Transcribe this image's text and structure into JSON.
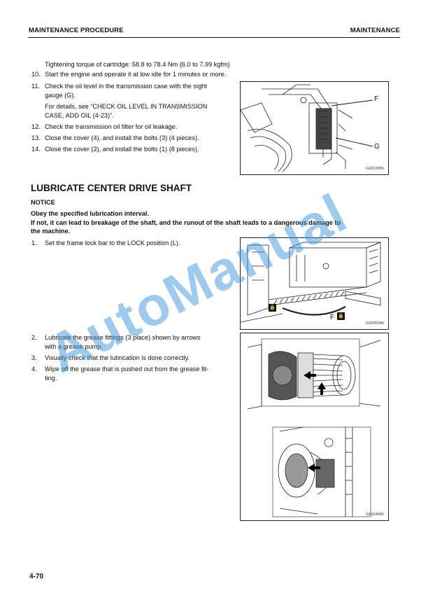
{
  "header": {
    "left": "MAINTENANCE PROCEDURE",
    "right": "MAINTENANCE"
  },
  "steps_top": [
    {
      "num": "",
      "text": "Tightening torque of cartridge: 58.8 to 78.4 Nm {6.0 to 7.99 kgfm}"
    },
    {
      "num": "10.",
      "text": "Start the engine and operate it at low idle for 1 minutes or more."
    },
    {
      "num": "11.",
      "line1": "Check the oil level in the transmission case with the sight",
      "line2": "gauge (G)."
    },
    {
      "num": "",
      "line1": "For details, see “CHECK OIL LEVEL IN TRANSMISSION",
      "line2": "CASE, ADD OIL (4-23)”."
    },
    {
      "num": "12.",
      "text": "Check the transmission oil filter for oil leakage."
    },
    {
      "num": "13.",
      "text": "Close the cover (4), and install the bolts (3) (4 pieces)."
    },
    {
      "num": "14.",
      "text": "Close the cover (2), and install the bolts (1) (8 pieces)."
    }
  ],
  "section": {
    "title": "LUBRICATE CENTER DRIVE SHAFT",
    "notice_label": "NOTICE",
    "notice_line1": "Obey the specified lubrication interval.",
    "notice_line2": "If not, it can lead to breakage of the shaft, and the runout of the shaft leads to a dangerous damage to",
    "notice_line3": "the machine."
  },
  "steps_bottom": [
    {
      "num": "1.",
      "text": "Set the frame lock bar to the LOCK position (L)."
    },
    {
      "num": "2.",
      "line1": "Lubricate the grease fittings (3 place) shown by arrows",
      "line2": "with a grease pump."
    },
    {
      "num": "3.",
      "text": "Visually check that the lubrication is done correctly."
    },
    {
      "num": "4.",
      "line1": "Wipe off the grease that is pushed out from the grease fit-",
      "line2": "ting."
    }
  ],
  "figures": {
    "fig1": {
      "code": "G0023955",
      "callout_f": "F",
      "callout_g": "G"
    },
    "fig2": {
      "code": "G0005346",
      "callout_f": "F"
    },
    "fig3": {
      "code": "G0024055"
    }
  },
  "watermark": "AutoManual",
  "footer": {
    "page": "4-70"
  }
}
